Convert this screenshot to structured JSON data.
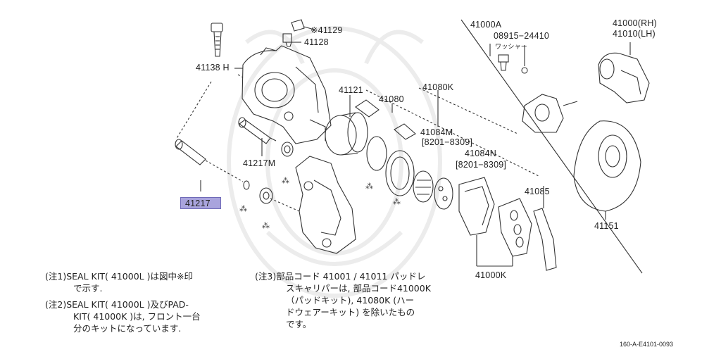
{
  "labels": {
    "p41129": "※41129",
    "p41128": "41128",
    "p41138h": "41138 H",
    "p41121": "41121",
    "p41080": "41080",
    "p41080k": "41080K",
    "p41084m": "41084M",
    "p41084m_range": "[8201−8309]",
    "p41084n": "41084N",
    "p41084n_range": "[8201−8309]",
    "p41217m": "41217M",
    "p41217": "41217",
    "p41085": "41085",
    "p41000k": "41000K",
    "p41000a": "41000A",
    "p08915": "08915−24410",
    "washer": "ワッシャー",
    "p41000rh": "41000(RH)",
    "p41010lh": "41010(LH)",
    "p41151": "41151"
  },
  "notes": {
    "n1_l1": "(注1)SEAL KIT( 41000L )は図中※印",
    "n1_l2": "で示す.",
    "n2_l1": "(注2)SEAL KIT( 41000L )及びPAD-",
    "n2_l2": "KIT( 41000K )は, フロント一台",
    "n2_l3": "分のキットになっています.",
    "n3_l1": "(注3)部品コード 41001 / 41011 パッドレ",
    "n3_l2": "スキャリパーは, 部品コード41000K",
    "n3_l3": "（パッドキット), 41080K (ハー",
    "n3_l4": "ドウェアーキット) を除いたもの",
    "n3_l5": "です。"
  },
  "diagram_code": "160-A-E4101-0093",
  "colors": {
    "line": "#333333",
    "highlight": "#a9a4dd",
    "watermark": "#ececec"
  }
}
